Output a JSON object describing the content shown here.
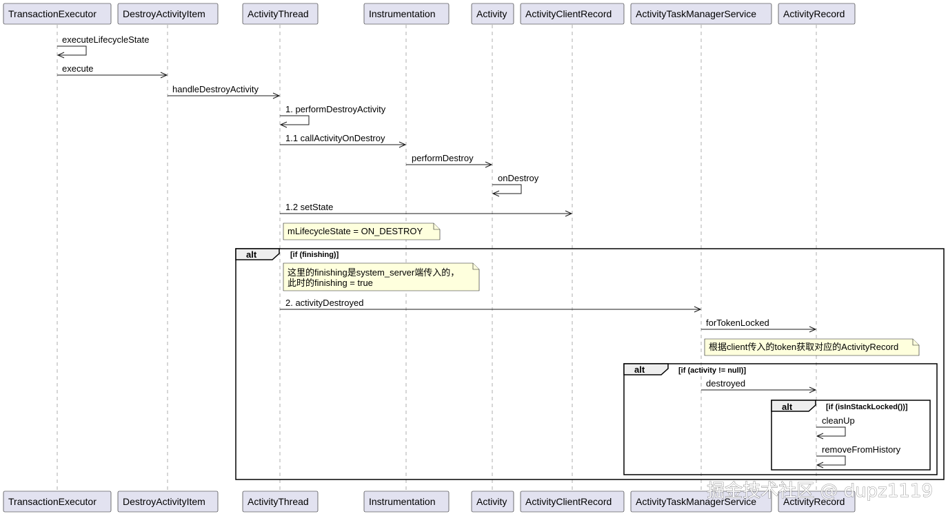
{
  "participants": [
    {
      "id": "te",
      "label": "TransactionExecutor"
    },
    {
      "id": "dai",
      "label": "DestroyActivityItem"
    },
    {
      "id": "at",
      "label": "ActivityThread"
    },
    {
      "id": "ins",
      "label": "Instrumentation"
    },
    {
      "id": "act",
      "label": "Activity"
    },
    {
      "id": "acr",
      "label": "ActivityClientRecord"
    },
    {
      "id": "atms",
      "label": "ActivityTaskManagerService"
    },
    {
      "id": "ar",
      "label": "ActivityRecord"
    }
  ],
  "messages": [
    {
      "from": "te",
      "to": "te",
      "label": "executeLifecycleState"
    },
    {
      "from": "te",
      "to": "dai",
      "label": "execute"
    },
    {
      "from": "dai",
      "to": "at",
      "label": "handleDestroyActivity"
    },
    {
      "from": "at",
      "to": "at",
      "label": "1. performDestroyActivity"
    },
    {
      "from": "at",
      "to": "ins",
      "label": "1.1 callActivityOnDestroy"
    },
    {
      "from": "ins",
      "to": "act",
      "label": "performDestroy"
    },
    {
      "from": "act",
      "to": "act",
      "label": "onDestroy"
    },
    {
      "from": "at",
      "to": "acr",
      "label": "1.2 setState"
    },
    {
      "from": "at",
      "to": "atms",
      "label": "2. activityDestroyed"
    },
    {
      "from": "atms",
      "to": "ar",
      "label": "forTokenLocked"
    },
    {
      "from": "atms",
      "to": "ar",
      "label": "destroyed"
    },
    {
      "from": "ar",
      "to": "ar",
      "label": "cleanUp"
    },
    {
      "from": "ar",
      "to": "ar",
      "label": "removeFromHistory"
    }
  ],
  "notes": [
    {
      "lines": [
        "mLifecycleState = ON_DESTROY"
      ]
    },
    {
      "lines": [
        "这里的finishing是system_server端传入的，",
        "此时的finishing = true"
      ]
    },
    {
      "lines": [
        "根据client传入的token获取对应的ActivityRecord"
      ]
    }
  ],
  "fragments": [
    {
      "label": "alt",
      "condition": "[if (finishing)]"
    },
    {
      "label": "alt",
      "condition": "[if (activity != null)]"
    },
    {
      "label": "alt",
      "condition": "[if (isInStackLocked())]"
    }
  ],
  "watermark": "掘金技术社区 @ dupz1119",
  "colors": {
    "participant_fill": "#E2E2F0",
    "note_fill": "#FEFFDD",
    "lifeline": "#999999"
  }
}
